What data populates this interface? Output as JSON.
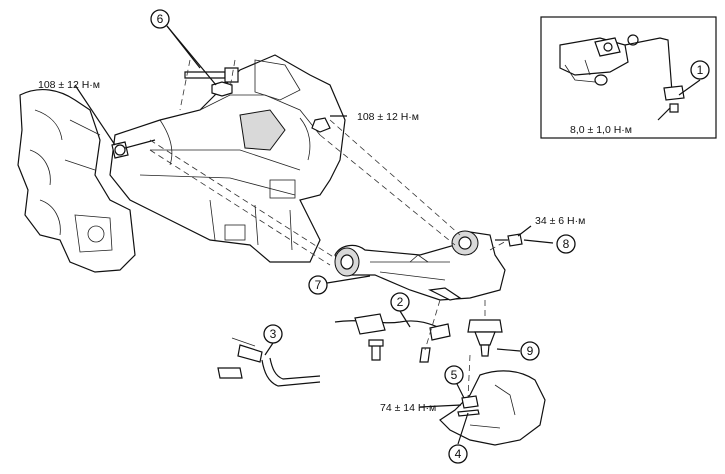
{
  "callouts": [
    {
      "num": "1"
    },
    {
      "num": "2"
    },
    {
      "num": "3"
    },
    {
      "num": "4"
    },
    {
      "num": "5"
    },
    {
      "num": "6"
    },
    {
      "num": "7"
    },
    {
      "num": "8"
    },
    {
      "num": "9"
    }
  ],
  "torques": {
    "left_bolt": "108 ± 12 Н·м",
    "right_bolt": "108 ± 12 Н·м",
    "inset_sensor": "8,0 ± 1,0 Н·м",
    "bracket_bolt": "34 ± 6 Н·м",
    "ball_joint_nut": "74 ± 14 Н·м"
  }
}
